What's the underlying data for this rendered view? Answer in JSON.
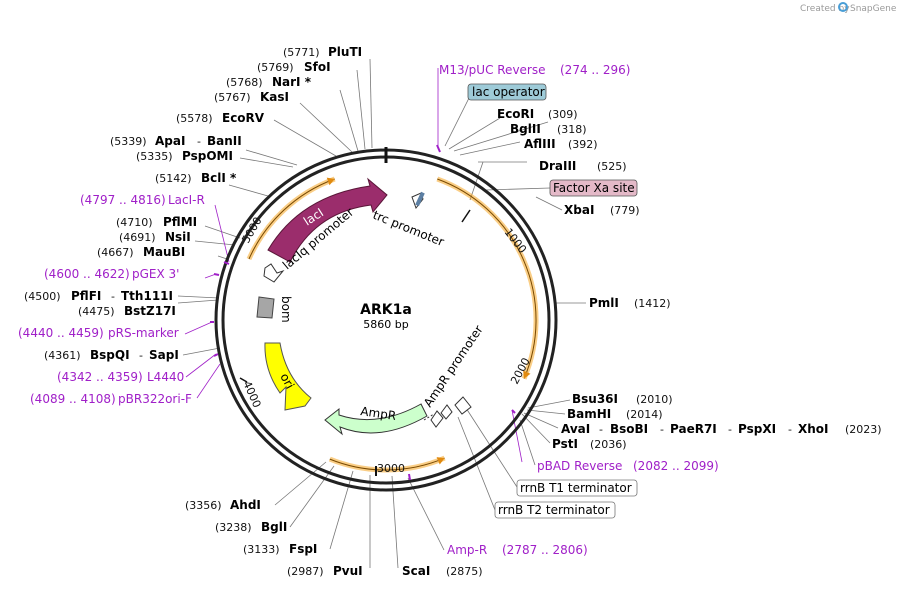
{
  "credit": {
    "prefix": "Created by",
    "brand": "SnapGene"
  },
  "plasmid": {
    "name": "ARK1a",
    "size_label": "5860 bp"
  },
  "ticks": [
    {
      "label": "1000"
    },
    {
      "label": "2000"
    },
    {
      "label": "3000"
    },
    {
      "label": "4000"
    },
    {
      "label": "5000"
    }
  ],
  "features": [
    {
      "label": "lacI",
      "type": "cds",
      "color": "#9b2d6c"
    },
    {
      "label": "lacIq promoter",
      "type": "promoter",
      "color": "#ffffff"
    },
    {
      "label": "trc promoter",
      "type": "promoter",
      "color": "#ffffff"
    },
    {
      "label": "bom",
      "type": "misc",
      "color": "#a6a6a6"
    },
    {
      "label": "ori",
      "type": "rep_origin",
      "color": "#ffff00"
    },
    {
      "label": "AmpR",
      "type": "cds",
      "color": "#ccffcc"
    },
    {
      "label": "AmpR promoter",
      "type": "promoter",
      "color": "#ffffff"
    }
  ],
  "enzymes_left": [
    {
      "num": "(5771)",
      "name": "PluTI"
    },
    {
      "num": "(5769)",
      "name": "SfoI"
    },
    {
      "num": "(5768)",
      "name": "NarI *"
    },
    {
      "num": "(5767)",
      "name": "KasI"
    },
    {
      "num": "(5578)",
      "name": "EcoRV"
    },
    {
      "num": "(5339)",
      "name": "ApaI",
      "extra": "BanII"
    },
    {
      "num": "(5335)",
      "name": "PspOMI"
    },
    {
      "num": "(5142)",
      "name": "BclI *"
    },
    {
      "num": "(4710)",
      "name": "PflMI"
    },
    {
      "num": "(4691)",
      "name": "NsiI"
    },
    {
      "num": "(4667)",
      "name": "MauBI"
    },
    {
      "num": "(4500)",
      "name": "PflFI",
      "extra": "Tth111I"
    },
    {
      "num": "(4475)",
      "name": "BstZ17I"
    },
    {
      "num": "(4361)",
      "name": "BspQI",
      "extra": "SapI"
    }
  ],
  "primers_left": [
    {
      "range": "(4797 .. 4816)",
      "name": "LacI-R"
    },
    {
      "range": "(4600 .. 4622)",
      "name": "pGEX 3'"
    },
    {
      "range": "(4440 .. 4459)",
      "name": "pRS-marker"
    },
    {
      "range": "(4342 .. 4359)",
      "name": "L4440"
    },
    {
      "range": "(4089 .. 4108)",
      "name": "pBR322ori-F"
    }
  ],
  "right_labels": {
    "m13": {
      "name": "M13/pUC Reverse",
      "range": "(274 .. 296)"
    },
    "lac_operator": "lac operator",
    "ecori": {
      "name": "EcoRI",
      "num": "(309)"
    },
    "bglii": {
      "name": "BglII",
      "num": "(318)"
    },
    "aflii": {
      "name": "AflIII",
      "num": "(392)"
    },
    "draiii": {
      "name": "DraIII",
      "num": "(525)"
    },
    "factor_xa": "Factor Xa site",
    "xbai": {
      "name": "XbaI",
      "num": "(779)"
    },
    "pmli": {
      "name": "PmlI",
      "num": "(1412)"
    },
    "bsu36i": {
      "name": "Bsu36I",
      "num": "(2010)"
    },
    "bamhi": {
      "name": "BamHI",
      "num": "(2014)"
    },
    "ava_line": {
      "names": [
        "AvaI",
        "BsoBI",
        "PaeR7I",
        "PspXI",
        "XhoI"
      ],
      "num": "(2023)"
    },
    "psti": {
      "name": "PstI",
      "num": "(2036)"
    },
    "pbad": {
      "name": "pBAD Reverse",
      "range": "(2082 .. 2099)"
    },
    "rrnb_t1": "rrnB T1 terminator",
    "rrnb_t2": "rrnB T2 terminator",
    "ampr_primer": {
      "name": "Amp-R",
      "range": "(2787 .. 2806)"
    }
  },
  "bottom_enzymes": [
    {
      "num": "(3356)",
      "name": "AhdI"
    },
    {
      "num": "(3238)",
      "name": "BglI"
    },
    {
      "num": "(3133)",
      "name": "FspI"
    },
    {
      "num": "(2987)",
      "name": "PvuI"
    },
    {
      "name": "ScaI",
      "num": "(2875)"
    }
  ],
  "colors": {
    "backbone": "#222222",
    "cds_highlight": "#f5a623",
    "primer": "#a020c8",
    "lac_operator_box": "#9ecbd8",
    "factor_xa_box": "#e4b9c8"
  }
}
